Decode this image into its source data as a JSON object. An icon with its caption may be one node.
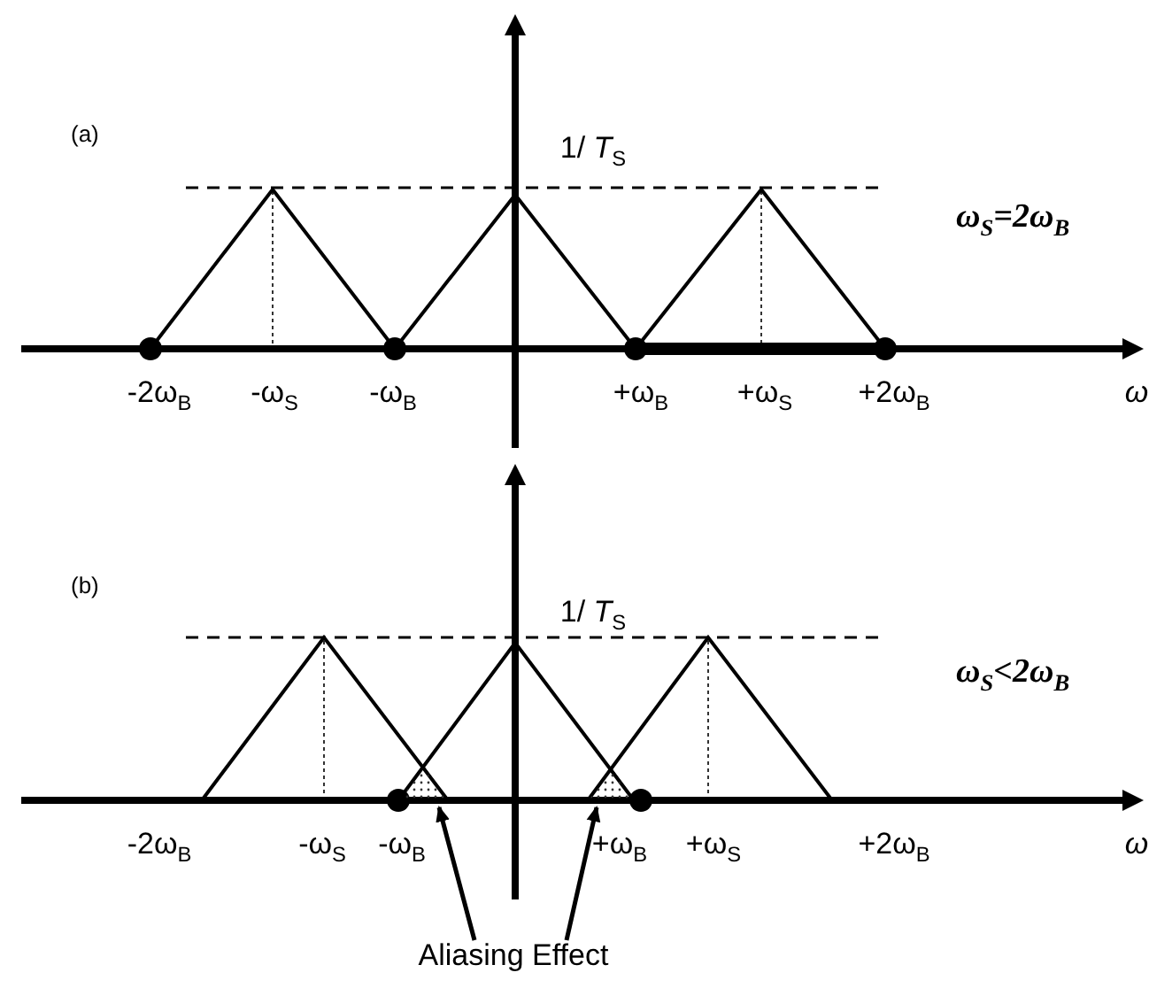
{
  "diagram": {
    "nodes": [
      {
        "text": [
          "Aliasing Effect"
        ]
      },
      {
        "text": [],
        "shape": "triangle"
      },
      {
        "text": [],
        "shape": "triangle"
      }
    ],
    "edges": [
      {
        "from": 0,
        "to": 1,
        "arrow": "to"
      },
      {
        "from": 0,
        "to": 2,
        "arrow": "to"
      }
    ],
    "labels": [
      "(a)",
      "1/ *T*$_{S}$",
      "ω$_{S}$=2ω$_{B}$",
      "-2ω$_{B}$",
      "-ω$_{S}$",
      "-ω$_{B}$",
      "+ω$_{B}$",
      "+ω$_{S}$",
      "+2ω$_{B}$",
      "ω",
      "(b)",
      "1/ *T*$_{S}$",
      "ω$_{S}$<2ω$_{B}$",
      "-2ω$_{B}$",
      "-ω$_{S}$",
      "-ω$_{B}$",
      "+ω$_{B}$",
      "+ω$_{S}$",
      "+2ω$_{B}$",
      "ω"
    ]
  }
}
